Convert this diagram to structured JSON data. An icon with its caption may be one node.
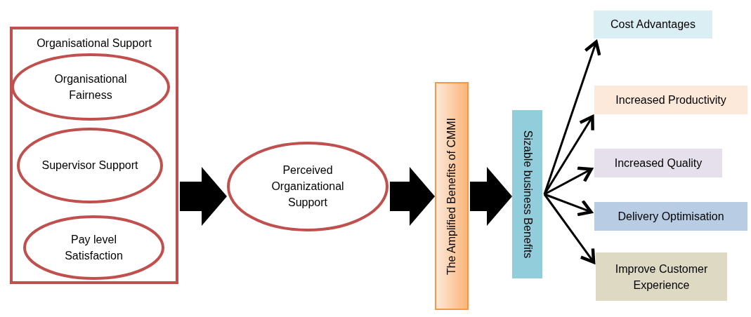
{
  "diagram": {
    "nodes": [
      {
        "text": [
          "Organisational Support"
        ]
      },
      {
        "text": [
          "Organisational Fairness"
        ],
        "in": 0
      },
      {
        "text": [
          "Supervisor Support"
        ],
        "in": 0
      },
      {
        "text": [
          "Pay level Satisfaction"
        ],
        "in": 0
      },
      {
        "text": [
          "Perceived Organizational Support"
        ]
      },
      {
        "text": [
          "The Amplified Benefits of CMMI"
        ]
      },
      {
        "text": [
          "Sizable business Benefits"
        ]
      },
      {
        "text": [
          "Cost Advantages"
        ]
      },
      {
        "text": [
          "Increased Productivity"
        ]
      },
      {
        "text": [
          "Increased Quality"
        ]
      },
      {
        "text": [
          "Delivery Optimisation"
        ]
      },
      {
        "text": [
          "Improve Customer Experience"
        ]
      }
    ],
    "edges": [
      {
        "from": 0,
        "to": 4,
        "arrow": "to",
        "style": "thick"
      },
      {
        "from": 4,
        "to": 5,
        "arrow": "to",
        "style": "thick"
      },
      {
        "from": 5,
        "to": 6,
        "arrow": "to",
        "style": "thick"
      },
      {
        "from": 6,
        "to": 7,
        "arrow": "to"
      },
      {
        "from": 6,
        "to": 8,
        "arrow": "to"
      },
      {
        "from": 6,
        "to": 9,
        "arrow": "to"
      },
      {
        "from": 6,
        "to": 10,
        "arrow": "to"
      },
      {
        "from": 6,
        "to": 11,
        "arrow": "to"
      }
    ]
  }
}
